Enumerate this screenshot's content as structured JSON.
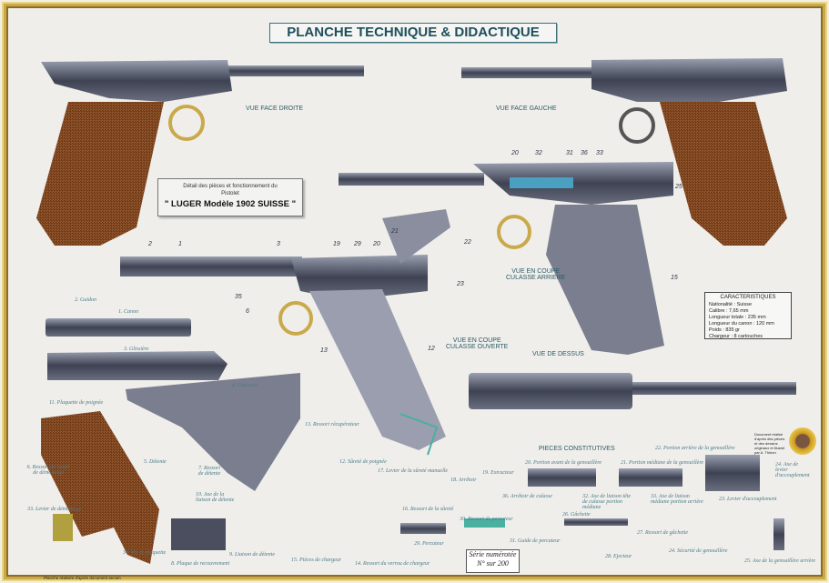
{
  "title": "PLANCHE TECHNIQUE & DIDACTIQUE",
  "views": {
    "right": "VUE FACE DROITE",
    "left": "VUE FACE GAUCHE",
    "open": [
      "VUE EN COUPE",
      "CULASSE OUVERTE"
    ],
    "rear": [
      "VUE EN COUPE",
      "CULASSE ARRIERE"
    ],
    "top": "VUE DE DESSUS",
    "parts_heading": "PIECES CONSTITUTIVES"
  },
  "detail_box": {
    "line1": "Détail des pièces et fonctionnement du",
    "line2": "Pistolet",
    "model": "\" LUGER Modèle 1902 SUISSE \""
  },
  "characteristics": {
    "heading": "CARACTERISTIQUES",
    "lines": [
      "Nationalité : Suisse",
      "Calibre : 7,65 mm",
      "Longueur totale : 235 mm",
      "Longueur du canon : 120 mm",
      "Poids : 835 gr",
      "Chargeur : 8 cartouches"
    ]
  },
  "cutaway_numbers": [
    "2",
    "1",
    "3",
    "19",
    "29",
    "20",
    "21",
    "22",
    "23",
    "35",
    "6",
    "13",
    "12",
    "20",
    "32",
    "31",
    "36",
    "33",
    "25",
    "15"
  ],
  "part_labels": [
    "2. Guidon",
    "1. Canon",
    "3. Glissière",
    "4. Carcasse",
    "11. Plaquette de poignée",
    "6. Ressort du levier de démontage",
    "33. Levier de démontage",
    "5. Détente",
    "7. Ressort de détente",
    "10. Axe de la liaison de détente",
    "34. Vis de plaquette",
    "8. Plaque de recouvrement",
    "9. Liaison de détente",
    "13. Ressort récupérateur",
    "12. Sûreté de poignée",
    "15. Pièces de chargeur",
    "14. Ressort du verrou de chargeur",
    "17. Levier de la sûreté manuelle",
    "18. Arrêtoir",
    "19. Extracteur",
    "20. Portion avant de la genouillère",
    "21. Portion médiane de la genouillère",
    "22. Portion arrière de la genouillère",
    "16. Ressort de la sûreté",
    "36. Arrêtoir de culasse",
    "32. Axe de liaison tête de culasse portion médiane",
    "33. Axe de liaison médiane portion arrière",
    "24. Axe de levier d'accouplement",
    "23. Levier d'accouplement",
    "30. Ressort de percuteur",
    "26. Gâchette",
    "27. Ressort de gâchette",
    "29. Percuteur",
    "31. Guide de percuteur",
    "28. Ejecteur",
    "24. Sécurité de genouillère",
    "25. Axe de la genouillère arrière"
  ],
  "serie": {
    "line1": "Série numérotée",
    "line2": "N°     sur 200"
  },
  "seal_note": "Document réalisé d'après des pièces et des dessins originaux et illustré par A. Thirion",
  "credit": "Planche réalisée d'après document ancien",
  "colors": {
    "frame": "#c9a94a",
    "title": "#1d4f5c",
    "grip": "#8a4a22",
    "steel": "#4a4e5e",
    "label": "#4a7a88"
  }
}
